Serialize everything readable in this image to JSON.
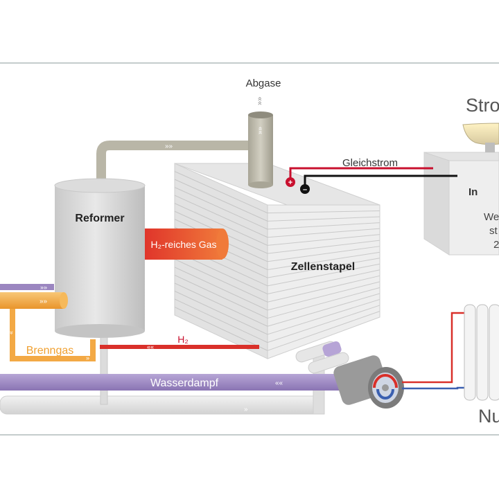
{
  "labels": {
    "abgase": "Abgase",
    "gleichstrom": "Gleichstrom",
    "reformer": "Reformer",
    "h2_gas": "H₂-reiches Gas",
    "zellenstapel": "Zellenstapel",
    "h2": "H₂",
    "brenngas": "Brenngas",
    "wasserdampf": "Wasserdampf",
    "strom_partial": "Stro",
    "inverter_partial": "In",
    "inverter_line2": "We",
    "inverter_line3": "st",
    "inverter_line4": "2",
    "nutz_partial": "Nu",
    "plus": "+",
    "minus": "–"
  },
  "colors": {
    "frame_line": "#8a9a9a",
    "wasserdampf": "#9b86c0",
    "brenngas": "#f3a945",
    "h2_line": "#d9302a",
    "gleichstrom_plus": "#c8102e",
    "gleichstrom_minus": "#111111",
    "exhaust_pipe": "#b9b6a7",
    "tank": "#d8d8d8",
    "return_pipe": "#e2e2e2"
  },
  "icons": [
    "flow-arrow-icon",
    "lamp-icon",
    "heat-exchanger-icon",
    "radiator-icon"
  ]
}
